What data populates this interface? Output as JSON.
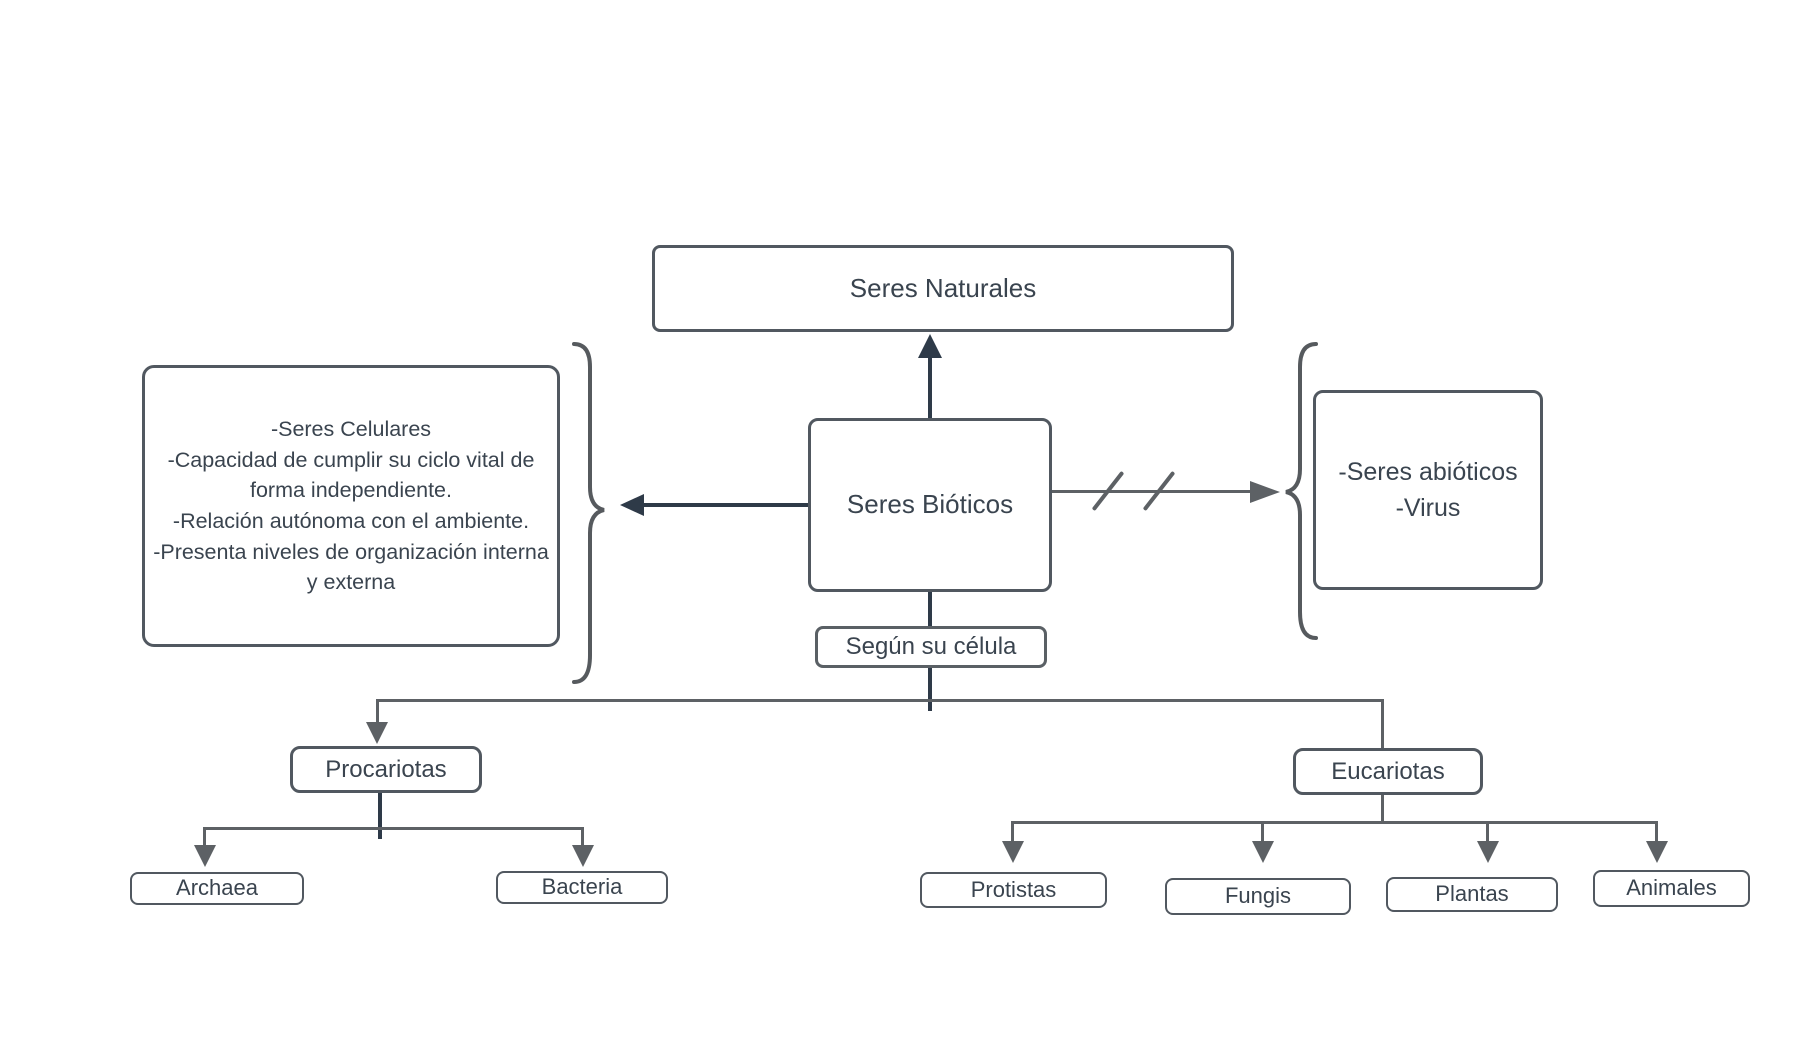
{
  "diagram": {
    "title_box": "Seres Naturales",
    "center_box": "Seres Bióticos",
    "criteria_box": "Según su célula",
    "characteristics_lines": [
      "-Seres Celulares",
      "-Capacidad de cumplir su ciclo vital de",
      "forma independiente.",
      "-Relación autónoma con el ambiente.",
      "-Presenta niveles de organización interna",
      "y externa"
    ],
    "abiotic_lines": [
      "-Seres abióticos",
      "-Virus"
    ],
    "cell_branches": [
      "Procariotas",
      "Eucariotas"
    ],
    "prokaryote_children": [
      "Archaea",
      "Bacteria"
    ],
    "eukaryote_children": [
      "Protistas",
      "Fungis",
      "Plantas",
      "Animales"
    ],
    "colors": {
      "background": "#ffffff",
      "box_border": "#515860",
      "text": "#3a444f",
      "connector_dark": "#2e3a48",
      "connector_gray": "#5d6165"
    }
  }
}
